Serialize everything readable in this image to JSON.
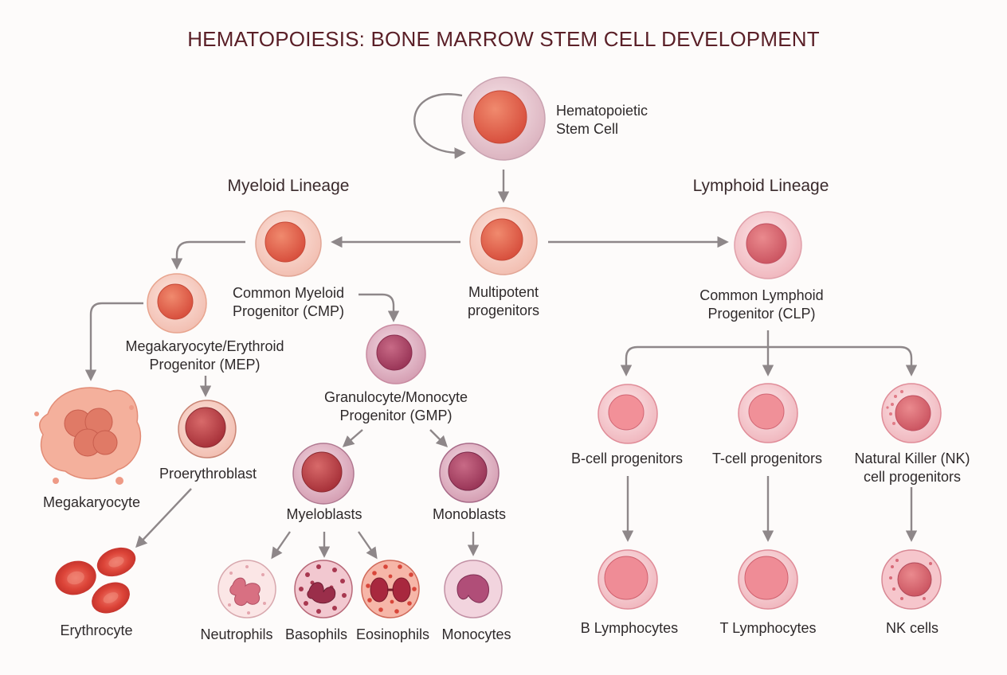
{
  "title": "HEMATOPOIESIS: BONE MARROW STEM CELL DEVELOPMENT",
  "lineages": {
    "myeloid": "Myeloid Lineage",
    "lymphoid": "Lymphoid Lineage"
  },
  "nodes": {
    "hsc": [
      "Hematopoietic",
      "Stem Cell"
    ],
    "mpp": [
      "Multipotent",
      "progenitors"
    ],
    "cmp": [
      "Common Myeloid",
      "Progenitor (CMP)"
    ],
    "clp": [
      "Common Lymphoid",
      "Progenitor (CLP)"
    ],
    "mep": [
      "Megakaryocyte/Erythroid",
      "Progenitor (MEP)"
    ],
    "gmp": [
      "Granulocyte/Monocyte",
      "Progenitor (GMP)"
    ],
    "megakaryocyte": [
      "Megakaryocyte"
    ],
    "proerythroblast": [
      "Proerythroblast"
    ],
    "erythrocyte": [
      "Erythrocyte"
    ],
    "myeloblasts": [
      "Myeloblasts"
    ],
    "monoblasts": [
      "Monoblasts"
    ],
    "neutrophils": [
      "Neutrophils"
    ],
    "basophils": [
      "Basophils"
    ],
    "eosinophils": [
      "Eosinophils"
    ],
    "monocytes": [
      "Monocytes"
    ],
    "bprog": [
      "B-cell progenitors"
    ],
    "tprog": [
      "T-cell progenitors"
    ],
    "nkprog": [
      "Natural Killer (NK)",
      "cell progenitors"
    ],
    "blymph": [
      "B Lymphocytes"
    ],
    "tlymph": [
      "T Lymphocytes"
    ],
    "nkcells": [
      "NK cells"
    ]
  },
  "colors": {
    "title": "#5a1f27",
    "arrow": "#8e8789",
    "stem_nucleus": "#e0604a",
    "erythrocyte": "#d9433a",
    "myeloid_nucleus": "#a83a4c",
    "lymphoid_nucleus": "#d4626c"
  }
}
